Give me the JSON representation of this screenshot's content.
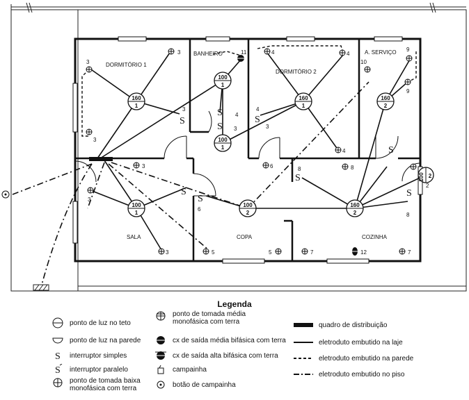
{
  "rooms": {
    "dormitorio1": "DORMITÓRIO 1",
    "banheiro": "BANHEIRO",
    "dormitorio2": "DORMITÓRIO 2",
    "aservico": "A. SERVIÇO",
    "sala": "SALA",
    "copa": "COPA",
    "cozinha": "COZINHA"
  },
  "lights": [
    {
      "power": "160",
      "circuit": "1"
    },
    {
      "power": "100",
      "circuit": "1"
    },
    {
      "power": "100",
      "circuit": "1"
    },
    {
      "power": "160",
      "circuit": "1"
    },
    {
      "power": "160",
      "circuit": "2"
    },
    {
      "power": "100",
      "circuit": "1"
    },
    {
      "power": "100",
      "circuit": "2"
    },
    {
      "power": "160",
      "circuit": "2"
    },
    {
      "power": "100",
      "circuit": "2"
    }
  ],
  "numbers": [
    "3",
    "3",
    "3",
    "3",
    "3",
    "11",
    "4",
    "3",
    "4",
    "4",
    "4",
    "4",
    "9",
    "10",
    "9",
    "3",
    "3",
    "3",
    "6",
    "6",
    "8",
    "8",
    "8",
    "2",
    "5",
    "5",
    "7",
    "12",
    "7",
    "3",
    "3",
    "3"
  ],
  "legend": {
    "title": "Legenda",
    "items": [
      {
        "text": "ponto de luz no teto"
      },
      {
        "text": "ponto de luz na parede"
      },
      {
        "text": "interruptor simples"
      },
      {
        "text": "interruptor paralelo"
      },
      {
        "text": "ponto de tomada baixa monofásica com terra"
      },
      {
        "text": "ponto de tomada média monofásica com terra"
      },
      {
        "text": "cx de saída média bifásica com terra"
      },
      {
        "text": "cx de saída alta bifásica com terra"
      },
      {
        "text": "campainha"
      },
      {
        "text": "botão de campainha"
      },
      {
        "text": "quadro de distribuição"
      },
      {
        "text": "eletroduto embutido na laje"
      },
      {
        "text": "eletroduto embutido na parede"
      },
      {
        "text": "eletroduto embutido no piso"
      }
    ]
  }
}
